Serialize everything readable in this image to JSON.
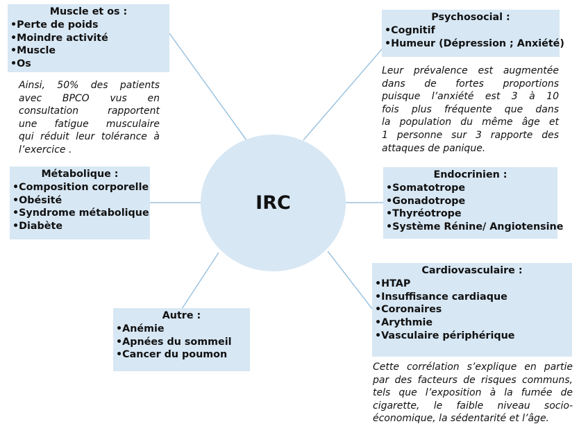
{
  "center": {
    "label": "IRC"
  },
  "boxes": {
    "muscle": {
      "title": "Muscle et os :",
      "items": [
        "Perte de poids",
        "Moindre activité",
        "Muscle",
        "Os"
      ]
    },
    "psycho": {
      "title": "Psychosocial :",
      "items": [
        "Cognitif",
        "Humeur (Dépression ; Anxiété)"
      ]
    },
    "metabo": {
      "title": "Métabolique :",
      "items": [
        "Composition corporelle",
        "Obésité",
        "Syndrome métabolique",
        "Diabète"
      ]
    },
    "endo": {
      "title": "Endocrinien :",
      "items": [
        "Somatotrope",
        "Gonadotrope",
        "Thyréotrope",
        "Système Rénine/ Angiotensine"
      ]
    },
    "cardio": {
      "title": "Cardiovasculaire :",
      "items": [
        "HTAP",
        "Insuffisance cardiaque",
        "Coronaires",
        "Arythmie",
        "Vasculaire périphérique"
      ]
    },
    "autre": {
      "title": "Autre :",
      "items": [
        "Anémie",
        "Apnées du sommeil",
        "Cancer du  poumon"
      ]
    }
  },
  "notes": {
    "muscle": [
      "Ainsi, 50% des patients",
      "avec BPCO vus en",
      "consultation rapportent",
      "une fatigue musculaire",
      "qui réduit leur tolérance à",
      "l’exercice ."
    ],
    "psycho": [
      "Leur prévalence est augmentée",
      "dans de fortes proportions",
      "puisque l’anxiété est 3 à 10",
      "fois plus fréquente que dans",
      "la population du même âge et",
      "1 personne sur 3 rapporte des",
      "attaques de panique."
    ],
    "cardio": [
      "Cette corrélation s’explique en partie",
      "par des facteurs de risques communs,",
      "tels que l’exposition à la fumée de",
      "cigarette, le faible niveau socio-",
      "économique, la sédentarité et l’âge."
    ]
  },
  "colors": {
    "box_fill": "#d7e7f4",
    "connector": "#9cc3e0",
    "text": "#111111"
  }
}
